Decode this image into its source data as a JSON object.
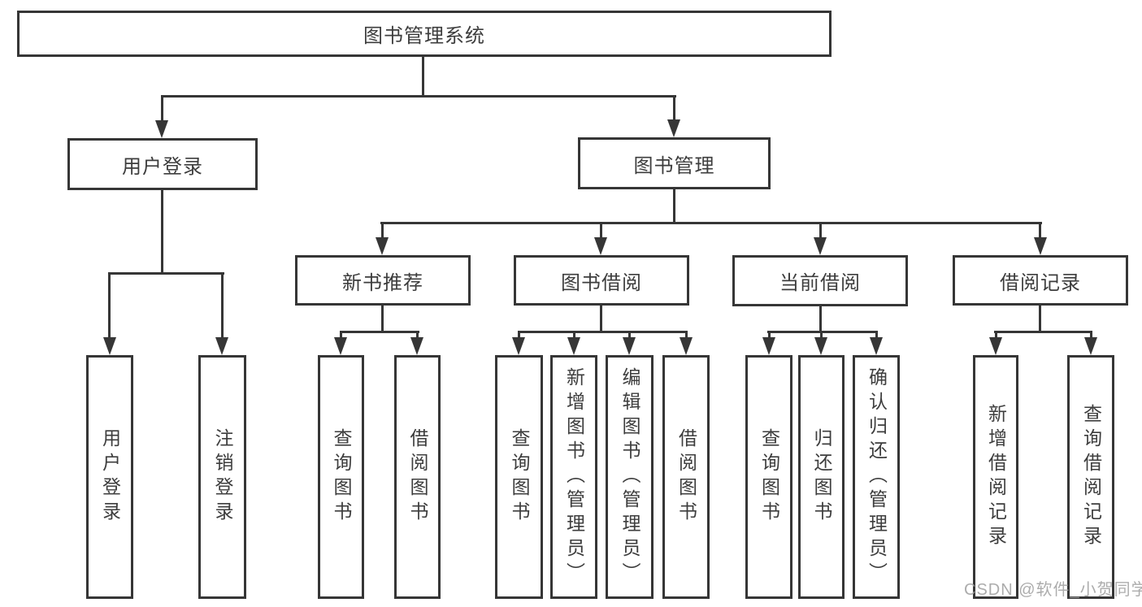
{
  "tree": {
    "label": "图书管理系统",
    "children": [
      {
        "label": "用户登录",
        "children": [
          {
            "label": "用户登录"
          },
          {
            "label": "注销登录"
          }
        ]
      },
      {
        "label": "图书管理",
        "children": [
          {
            "label": "新书推荐",
            "children": [
              {
                "label": "查询图书"
              },
              {
                "label": "借阅图书"
              }
            ]
          },
          {
            "label": "图书借阅",
            "children": [
              {
                "label": "查询图书"
              },
              {
                "label": "新增图书（管理员）"
              },
              {
                "label": "编辑图书（管理员）"
              },
              {
                "label": "借阅图书"
              }
            ]
          },
          {
            "label": "当前借阅",
            "children": [
              {
                "label": "查询图书"
              },
              {
                "label": "归还图书"
              },
              {
                "label": "确认归还（管理员）"
              }
            ]
          },
          {
            "label": "借阅记录",
            "children": [
              {
                "label": "新增借阅记录"
              },
              {
                "label": "查询借阅记录"
              }
            ]
          }
        ]
      }
    ]
  },
  "watermark": "CSDN @软件_小贺同学",
  "colors": {
    "line": "#363636",
    "text": "#3d3d3d",
    "watermark": "#9e9e9e",
    "background": "#ffffff"
  }
}
